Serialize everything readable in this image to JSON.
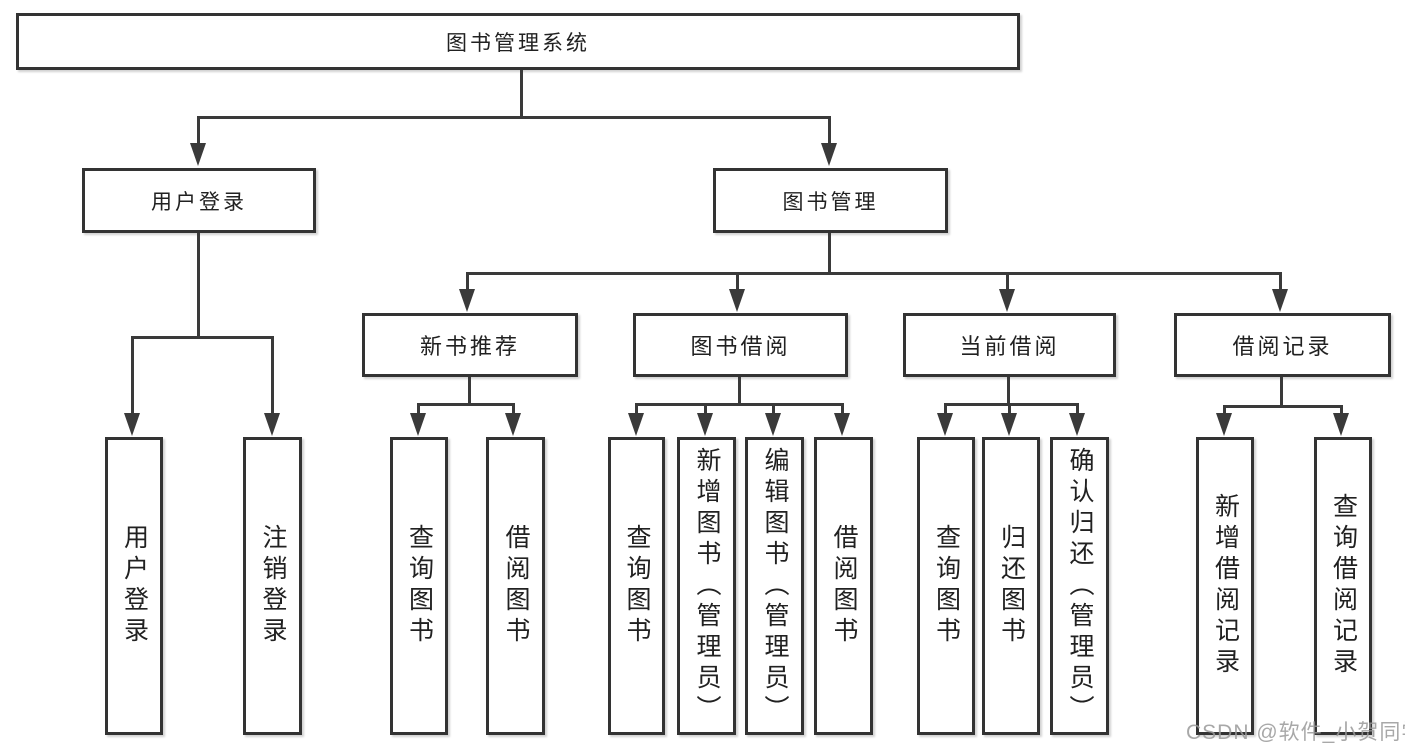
{
  "diagram": {
    "title": "图书管理系统",
    "branches": [
      {
        "label": "用户登录",
        "children": [
          {
            "label": "用户登录"
          },
          {
            "label": "注销登录"
          }
        ]
      },
      {
        "label": "图书管理",
        "children": [
          {
            "label": "新书推荐",
            "children": [
              {
                "label": "查询图书"
              },
              {
                "label": "借阅图书"
              }
            ]
          },
          {
            "label": "图书借阅",
            "children": [
              {
                "label": "查询图书"
              },
              {
                "label": "新增图书（管理员）"
              },
              {
                "label": "编辑图书（管理员）"
              },
              {
                "label": "借阅图书"
              }
            ]
          },
          {
            "label": "当前借阅",
            "children": [
              {
                "label": "查询图书"
              },
              {
                "label": "归还图书"
              },
              {
                "label": "确认归还（管理员）"
              }
            ]
          },
          {
            "label": "借阅记录",
            "children": [
              {
                "label": "新增借阅记录"
              },
              {
                "label": "查询借阅记录"
              }
            ]
          }
        ]
      }
    ],
    "colors": {
      "line": "#3a3a3a",
      "box_border": "#333333",
      "text": "#212121",
      "background": "#ffffff",
      "watermark": "#9a9a9a"
    }
  },
  "watermark": {
    "text": "CSDN @软件_小贺同学"
  }
}
